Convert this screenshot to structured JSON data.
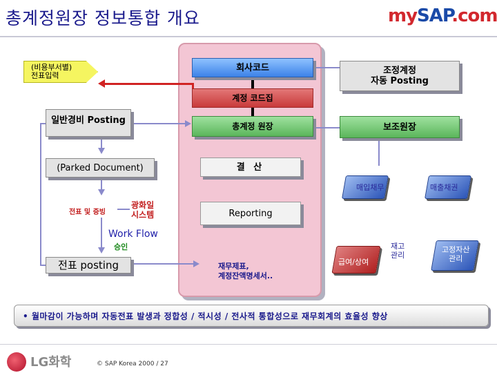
{
  "header": {
    "title": "총계정원장 정보통합 개요",
    "logo": {
      "my": "my",
      "sap": "SAP",
      "com": ".com"
    }
  },
  "center": {
    "company_code": "회사코드",
    "account_code": "계정 코드집",
    "general_ledger": "총계정 원장",
    "closing": "결 산",
    "reporting": "Reporting",
    "financial_statements": "재무제표,\n계정잔액명세서.."
  },
  "right": {
    "auto_adjust": "조정계정\n자동 Posting",
    "subledger": "보조원장",
    "books": {
      "payable": "매입채무",
      "receivable": "매출채권",
      "payroll": "급여/상여",
      "inventory": "재고\n관리",
      "fixed_assets": "고정자산\n관리"
    }
  },
  "left": {
    "input": "(비용부서별)\n전표입력",
    "general_expense": "일반경비 Posting",
    "parked": "(Parked Document)",
    "voucher_approval": "전표 및 증빙",
    "gwanghwa": "광화일\n시스템",
    "workflow": "Work Flow",
    "approval": "승인",
    "voucher_posting": "전표 posting"
  },
  "banner": "• 월마감이 가능하며 자동전표 발생과 정합성 / 적시성 / 전사적 통합성으로 재무회계의 효율성 향상",
  "footer": {
    "company": "LG화학",
    "copyright": "©  SAP Korea 2000  /  27"
  },
  "colors": {
    "title": "#1a1a8c",
    "panel_pink": "#f3c6d4",
    "blue_box": "#3c82e8",
    "red_box": "#c93a3a",
    "green_box": "#5bb65b",
    "input_yellow": "#f5f560",
    "flow_line": "#8a8acb",
    "feedback_line": "#d12323"
  }
}
